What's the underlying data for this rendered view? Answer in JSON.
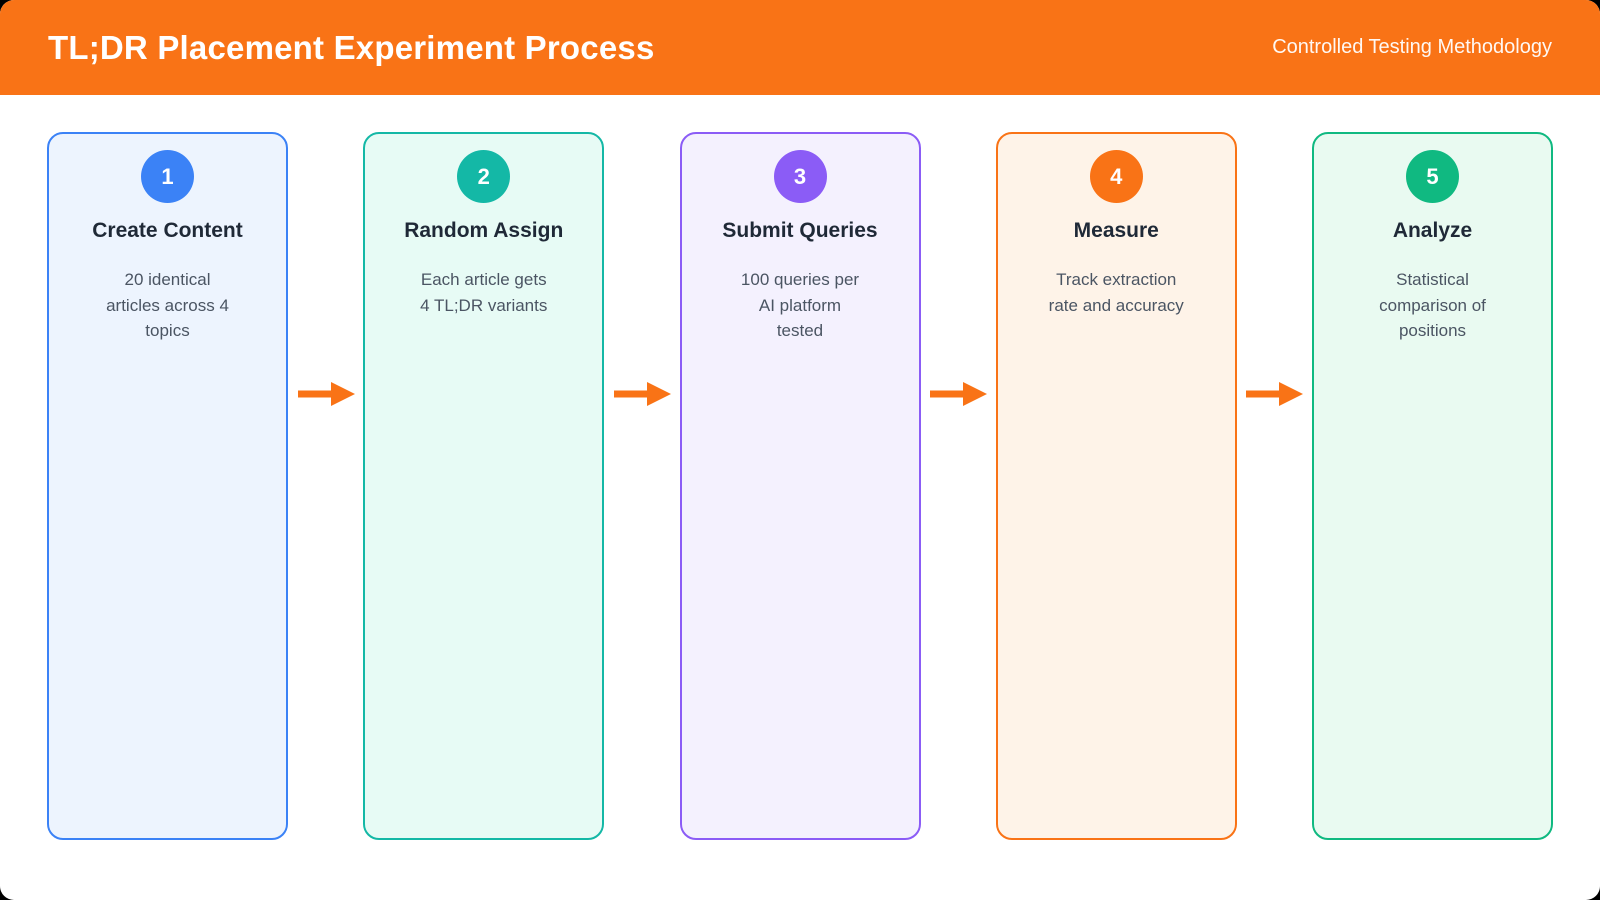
{
  "header": {
    "title": "TL;DR Placement Experiment Process",
    "subtitle": "Controlled Testing Methodology",
    "bg_color": "#F97316",
    "text_color": "#FFFFFF"
  },
  "colors": {
    "arrow": "#F97316",
    "title_text": "#1F2937",
    "body_text": "#4B5563",
    "page_bg": "#FFFFFF",
    "outer_bg": "#000000"
  },
  "steps": [
    {
      "number": "1",
      "title": "Create Content",
      "body": "20 identical\narticles across 4\ntopics",
      "accent": "#3B82F6",
      "bg": "#EDF4FE"
    },
    {
      "number": "2",
      "title": "Random Assign",
      "body": "Each article gets\n4 TL;DR variants",
      "accent": "#14B8A6",
      "bg": "#E7FBF5"
    },
    {
      "number": "3",
      "title": "Submit Queries",
      "body": "100 queries per\nAI platform\ntested",
      "accent": "#8B5CF6",
      "bg": "#F4F1FE"
    },
    {
      "number": "4",
      "title": "Measure",
      "body": "Track extraction\nrate and accuracy",
      "accent": "#F97316",
      "bg": "#FEF3E8"
    },
    {
      "number": "5",
      "title": "Analyze",
      "body": "Statistical\ncomparison of\npositions",
      "accent": "#10B981",
      "bg": "#E9FAF1"
    }
  ]
}
